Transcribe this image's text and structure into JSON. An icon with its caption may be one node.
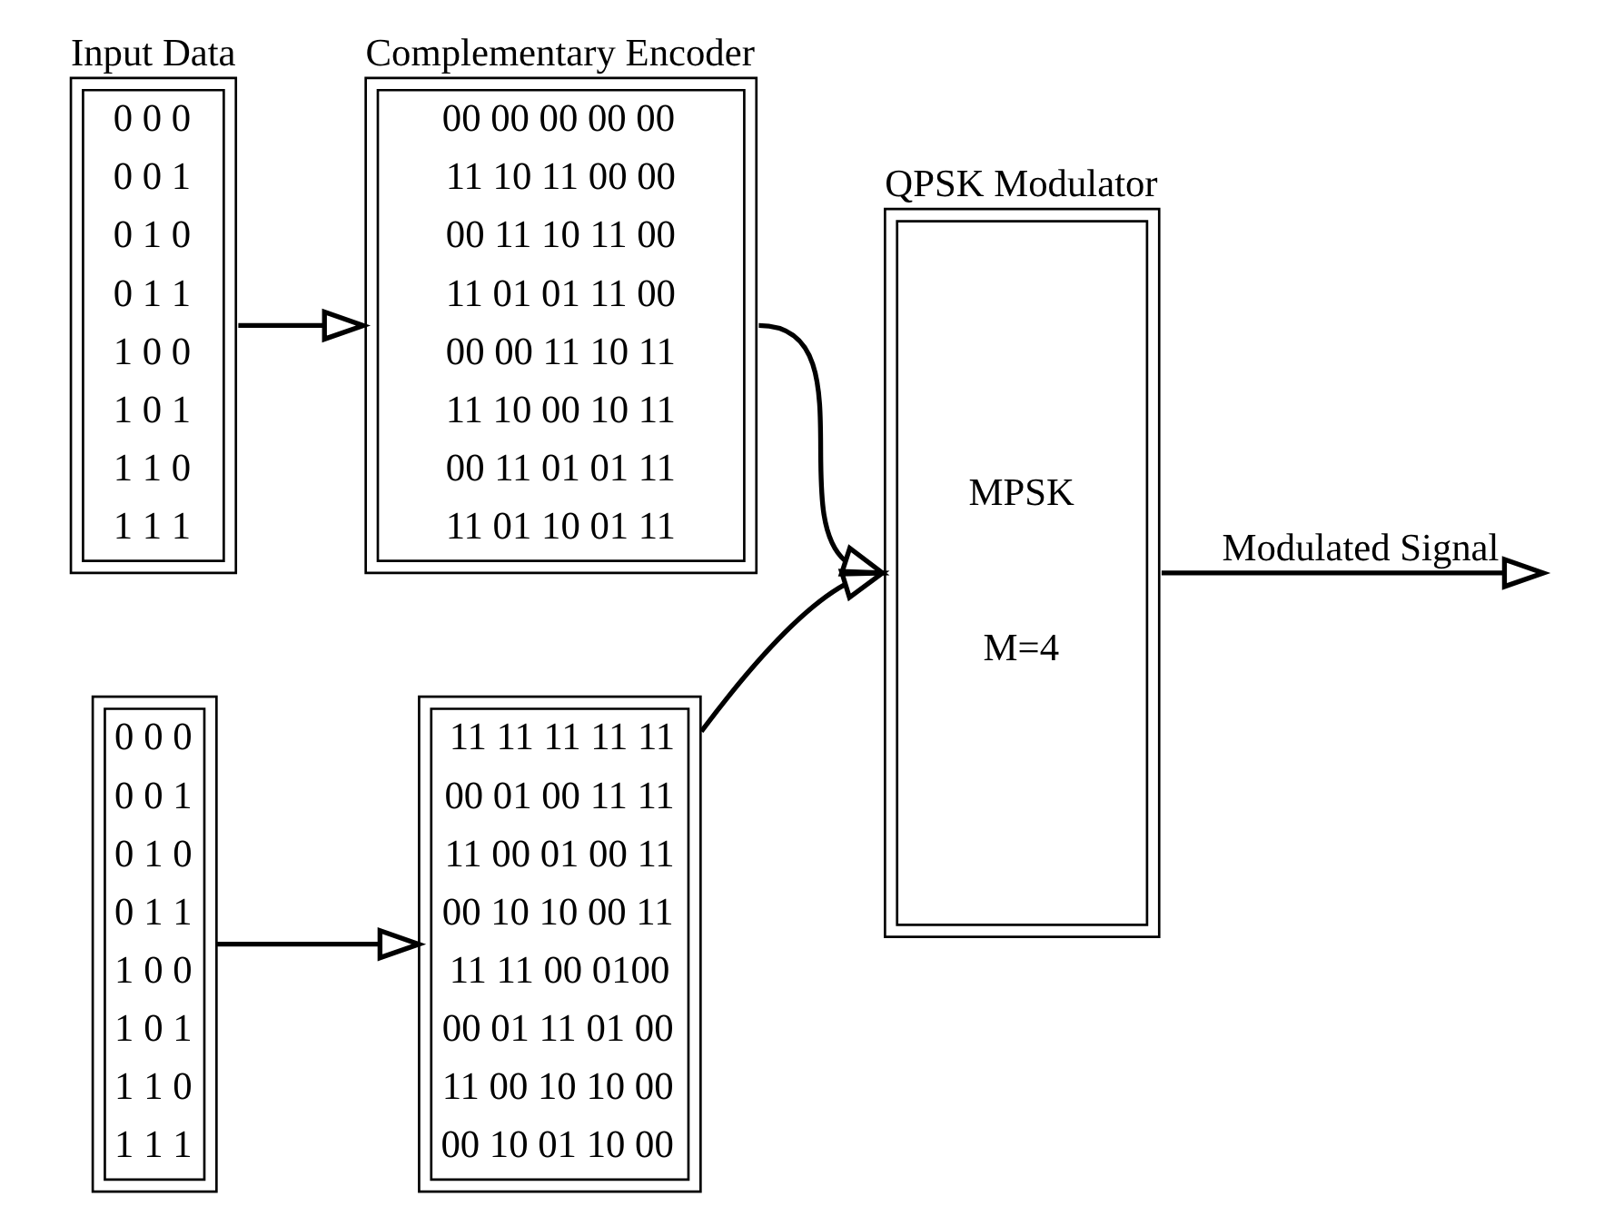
{
  "diagram": {
    "nodes": [
      {
        "text": [
          "Input Data",
          "0 0 0",
          "0 0 1",
          "0 1 0",
          "0 1 1",
          "1 0 0",
          "1 0 1",
          "1 1 0",
          "1 1 1"
        ]
      },
      {
        "text": [
          "Complementary Encoder",
          "00 00 00 00 00",
          "11 10 11 00 00",
          "00 11 10 11 00",
          "11 01 01 11 00",
          "00 00 11 10 11",
          "11 10 00 10 11",
          "00 11 01 01 11",
          "11 01 10 01 11"
        ]
      },
      {
        "text": [
          "0 0 0",
          "0 0 1",
          "0 1 0",
          "0 1 1",
          "1 0 0",
          "1 0 1",
          "1 1 0",
          "1 1 1"
        ]
      },
      {
        "text": [
          "11 11 11 11 11",
          "00 01 00 11 11",
          "11 00 01 00 11",
          "00 10 10 00 11",
          "11 11 00 0100",
          "00 01 11 01 00",
          "11 00 10 10 00",
          "00 10 01 10 00"
        ]
      },
      {
        "text": [
          "QPSK Modulator",
          "MPSK",
          "M=4"
        ]
      }
    ],
    "edges": [
      {
        "from": 0,
        "to": 1,
        "arrow": "to"
      },
      {
        "from": 2,
        "to": 3,
        "arrow": "to"
      },
      {
        "from": 1,
        "to": 4,
        "arrow": "to"
      },
      {
        "from": 3,
        "to": 4,
        "arrow": "to"
      },
      {
        "from": 4,
        "to": null,
        "arrow": "to",
        "label": "Modulated Signal"
      }
    ]
  }
}
